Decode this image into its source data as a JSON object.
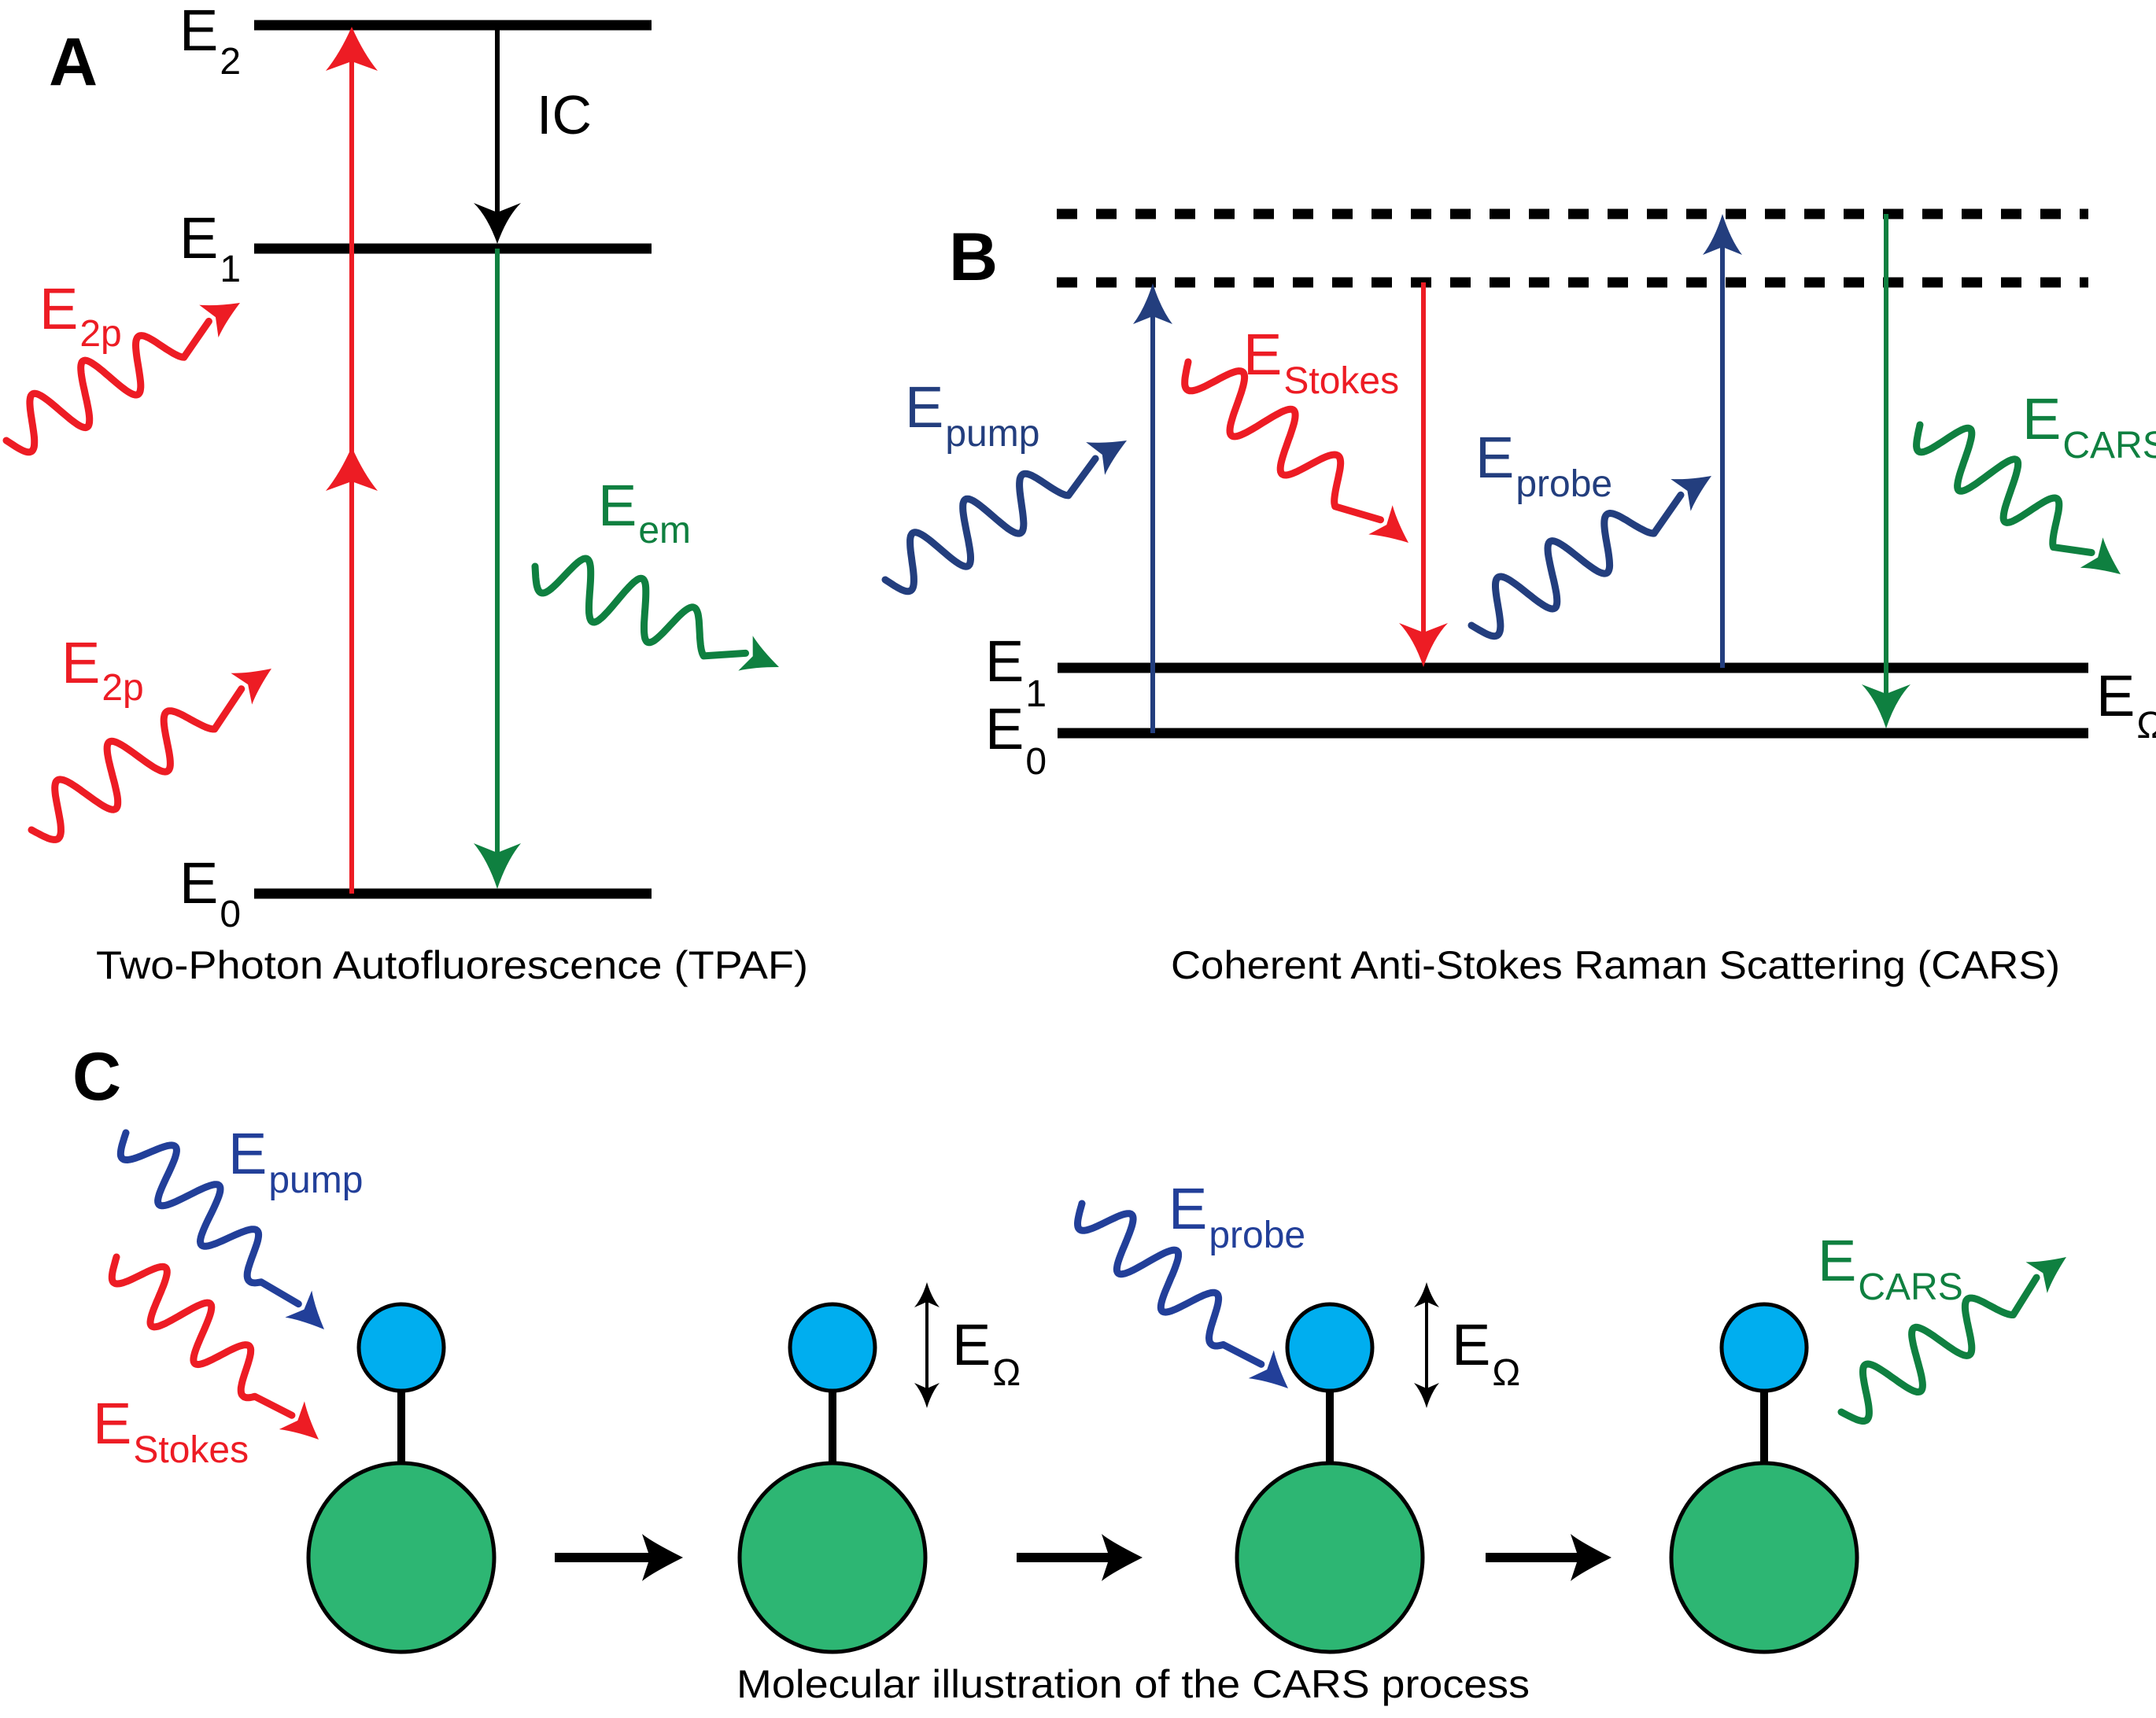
{
  "figure": {
    "colors": {
      "red": "#ED1C24",
      "dark_blue": "#233E7E",
      "pump_blue": "#223F99",
      "green": "#0F8040",
      "black": "#000000",
      "molecule_atom": "#00AEEF",
      "molecule_body": "#2DB673"
    },
    "panel_a": {
      "letter": "A",
      "levels": [
        {
          "main": "E",
          "sub": "2"
        },
        {
          "main": "E",
          "sub": "1"
        },
        {
          "main": "E",
          "sub": "0"
        }
      ],
      "ic_label": "IC",
      "photon_upper": {
        "main": "E",
        "sub": "2p"
      },
      "photon_lower": {
        "main": "E",
        "sub": "2p"
      },
      "emission": {
        "main": "E",
        "sub": "em"
      },
      "caption": "Two-Photon Autofluorescence (TPAF)"
    },
    "panel_b": {
      "letter": "B",
      "levels": [
        {
          "main": "E",
          "sub": "1"
        },
        {
          "main": "E",
          "sub": "0"
        }
      ],
      "vib_label": {
        "main": "E",
        "sub": "Ω"
      },
      "pump": {
        "main": "E",
        "sub": "pump"
      },
      "stokes": {
        "main": "E",
        "sub": "Stokes"
      },
      "probe": {
        "main": "E",
        "sub": "probe"
      },
      "cars": {
        "main": "E",
        "sub": "CARS"
      },
      "caption": "Coherent Anti-Stokes Raman Scattering (CARS)"
    },
    "panel_c": {
      "letter": "C",
      "pump": {
        "main": "E",
        "sub": "pump"
      },
      "stokes": {
        "main": "E",
        "sub": "Stokes"
      },
      "probe": {
        "main": "E",
        "sub": "probe"
      },
      "cars": {
        "main": "E",
        "sub": "CARS"
      },
      "vib_label_1": {
        "main": "E",
        "sub": "Ω"
      },
      "vib_label_2": {
        "main": "E",
        "sub": "Ω"
      },
      "molecule_count": 4,
      "caption": "Molecular illustration of the CARS process"
    }
  }
}
